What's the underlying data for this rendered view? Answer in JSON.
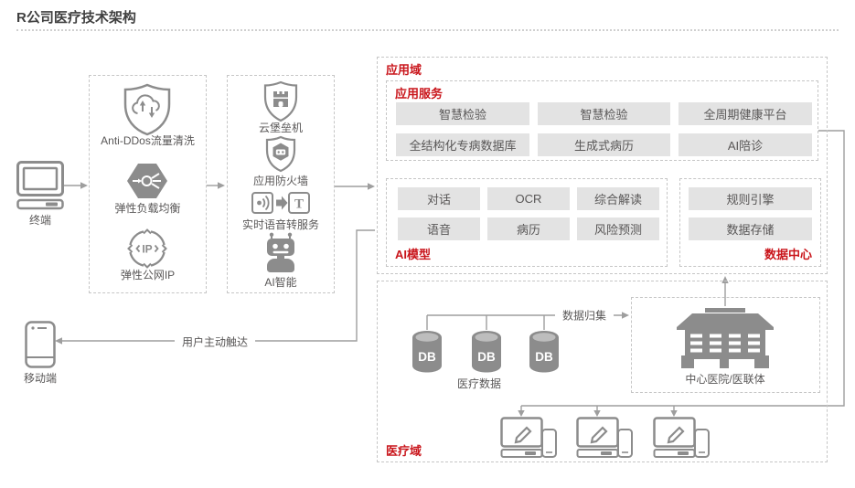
{
  "title": "R公司医疗技术架构",
  "terminal": {
    "label": "终端",
    "icon": "desktop-computer-icon"
  },
  "mobile": {
    "label": "移动端",
    "icon": "mobile-phone-icon"
  },
  "access_box": {
    "items": [
      {
        "icon": "anti-ddos-shield-icon",
        "label": "Anti-DDos流量清洗"
      },
      {
        "icon": "load-balancer-icon",
        "label": "弹性负载均衡"
      },
      {
        "icon": "elastic-ip-icon",
        "label": "弹性公网IP"
      }
    ]
  },
  "security_box": {
    "items": [
      {
        "icon": "cloud-bastion-shield-icon",
        "label": "云堡垒机"
      },
      {
        "icon": "app-firewall-shield-icon",
        "label": "应用防火墙"
      },
      {
        "icon": "speech-to-text-icon",
        "label": "实时语音转服务"
      },
      {
        "icon": "ai-robot-icon",
        "label": "AI智能"
      }
    ]
  },
  "application_domain": {
    "label": "应用域",
    "app_services": {
      "label": "应用服务",
      "buttons": [
        "智慧检验",
        "智慧检验",
        "全周期健康平台",
        "全结构化专病数据库",
        "生成式病历",
        "AI陪诊"
      ]
    },
    "ai_models": {
      "label": "AI模型",
      "buttons": [
        "对话",
        "OCR",
        "综合解读",
        "语音",
        "病历",
        "风险预测"
      ]
    },
    "data_center": {
      "label": "数据中心",
      "buttons": [
        "规则引擎",
        "数据存储"
      ]
    }
  },
  "medical_domain": {
    "label": "医疗域",
    "db_text": "DB",
    "medical_data_label": "医疗数据",
    "data_collection_label": "数据归集",
    "hospital_label": "中心医院/医联体",
    "hospital_icon": "hospital-building-icon",
    "workstation_icon": "doctor-workstation-icon"
  },
  "connectors": {
    "user_reach_label": "用户主动触达"
  },
  "colors": {
    "accent_red": "#c9151b",
    "icon_gray": "#8c8c8c",
    "line_gray": "#9e9e9e",
    "chip_bg": "#e3e3e3",
    "chip_text": "#595757",
    "dashed_border": "#c6c6c6"
  }
}
